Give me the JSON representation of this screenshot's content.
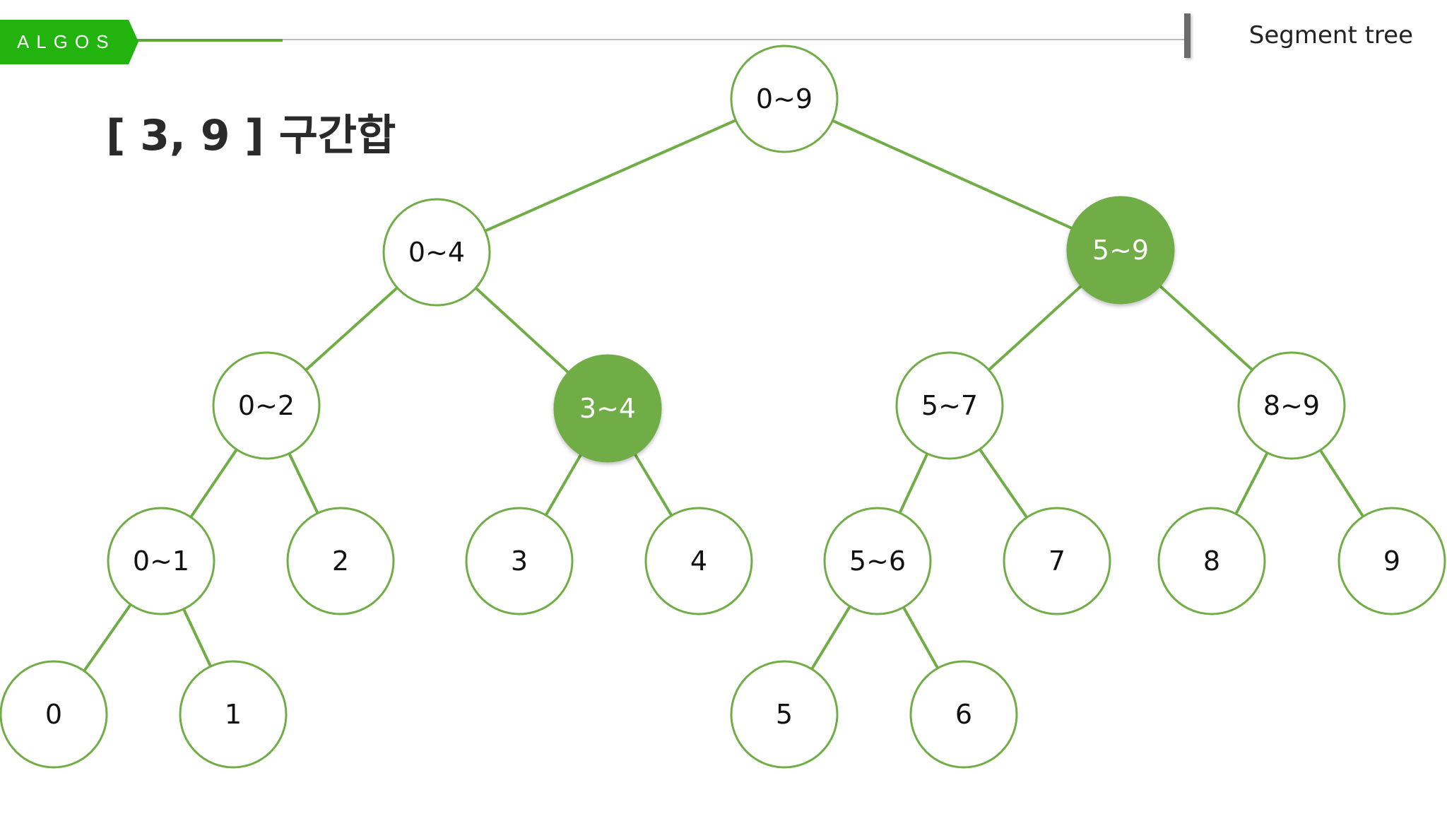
{
  "header": {
    "brand": "ALGOS",
    "deck_title": "Segment tree"
  },
  "slide": {
    "title": "[ 3, 9 ] 구간합"
  },
  "colors": {
    "accent": "#70ad47",
    "brand": "#22b30f",
    "node_fill": "#ffffff",
    "highlight_fill": "#70ad47",
    "text": "#111111"
  },
  "tree": {
    "nodes": [
      {
        "id": "n0_9",
        "label": "0~9",
        "highlighted": false
      },
      {
        "id": "n0_4",
        "label": "0~4",
        "highlighted": false
      },
      {
        "id": "n5_9",
        "label": "5~9",
        "highlighted": true
      },
      {
        "id": "n0_2",
        "label": "0~2",
        "highlighted": false
      },
      {
        "id": "n3_4",
        "label": "3~4",
        "highlighted": true
      },
      {
        "id": "n5_7",
        "label": "5~7",
        "highlighted": false
      },
      {
        "id": "n8_9",
        "label": "8~9",
        "highlighted": false
      },
      {
        "id": "n0_1",
        "label": "0~1",
        "highlighted": false
      },
      {
        "id": "n2",
        "label": "2",
        "highlighted": false
      },
      {
        "id": "n3",
        "label": "3",
        "highlighted": false
      },
      {
        "id": "n4",
        "label": "4",
        "highlighted": false
      },
      {
        "id": "n5_6",
        "label": "5~6",
        "highlighted": false
      },
      {
        "id": "n7",
        "label": "7",
        "highlighted": false
      },
      {
        "id": "n8",
        "label": "8",
        "highlighted": false
      },
      {
        "id": "n9",
        "label": "9",
        "highlighted": false
      },
      {
        "id": "n0",
        "label": "0",
        "highlighted": false
      },
      {
        "id": "n1",
        "label": "1",
        "highlighted": false
      },
      {
        "id": "n5",
        "label": "5",
        "highlighted": false
      },
      {
        "id": "n6",
        "label": "6",
        "highlighted": false
      }
    ],
    "edges": [
      [
        "n0_9",
        "n0_4"
      ],
      [
        "n0_9",
        "n5_9"
      ],
      [
        "n0_4",
        "n0_2"
      ],
      [
        "n0_4",
        "n3_4"
      ],
      [
        "n5_9",
        "n5_7"
      ],
      [
        "n5_9",
        "n8_9"
      ],
      [
        "n0_2",
        "n0_1"
      ],
      [
        "n0_2",
        "n2"
      ],
      [
        "n3_4",
        "n3"
      ],
      [
        "n3_4",
        "n4"
      ],
      [
        "n5_7",
        "n5_6"
      ],
      [
        "n5_7",
        "n7"
      ],
      [
        "n8_9",
        "n8"
      ],
      [
        "n8_9",
        "n9"
      ],
      [
        "n0_1",
        "n0"
      ],
      [
        "n0_1",
        "n1"
      ],
      [
        "n5_6",
        "n5"
      ],
      [
        "n5_6",
        "n6"
      ]
    ]
  }
}
